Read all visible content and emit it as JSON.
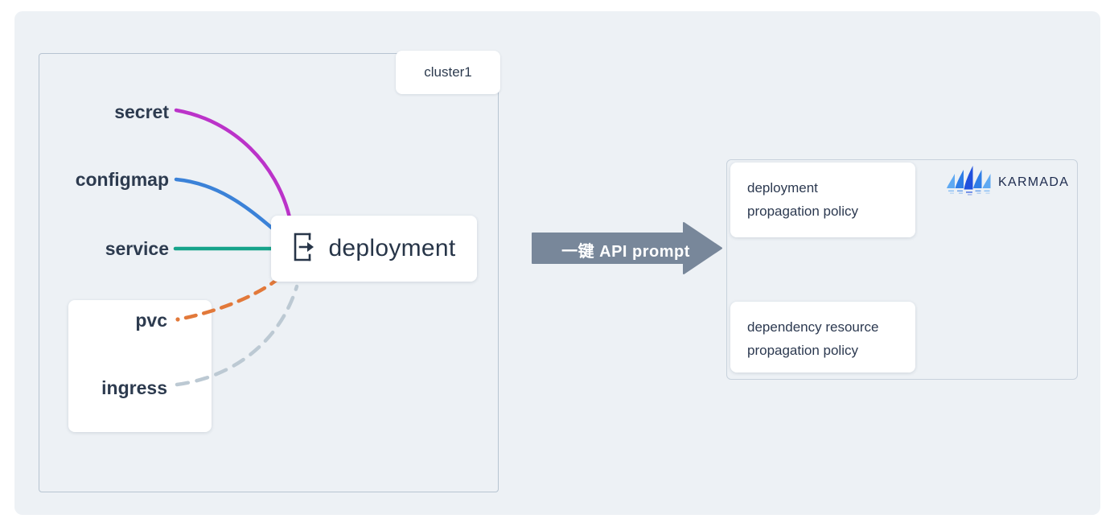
{
  "cluster": {
    "label": "cluster1",
    "nodes": [
      {
        "label": "secret",
        "line_color": "#bb33c9",
        "line_style": "solid"
      },
      {
        "label": "configmap",
        "line_color": "#3b82d8",
        "line_style": "solid"
      },
      {
        "label": "service",
        "line_color": "#16a38a",
        "line_style": "solid"
      },
      {
        "label": "pvc",
        "line_color": "#e2793a",
        "line_style": "dashed"
      },
      {
        "label": "ingress",
        "line_color": "#bcc9d3",
        "line_style": "dashed"
      }
    ],
    "deployment": {
      "label": "deployment",
      "icon": "box-arrow-right-icon"
    }
  },
  "arrow": {
    "label": "一键 API prompt",
    "color": "#78879a"
  },
  "karmada": {
    "logo_text": "KARMADA",
    "logo_colors": {
      "light": "#5fa9f2",
      "medium": "#2f7de6",
      "dark": "#2050dd"
    },
    "cards": [
      {
        "lines": [
          "deployment",
          "propagation policy"
        ]
      },
      {
        "lines": [
          "dependency resource",
          "propagation policy"
        ]
      }
    ]
  },
  "colors": {
    "panel_bg": "#edf1f5",
    "text": "#2d3b4f",
    "box_border": "#b7c4d1"
  }
}
